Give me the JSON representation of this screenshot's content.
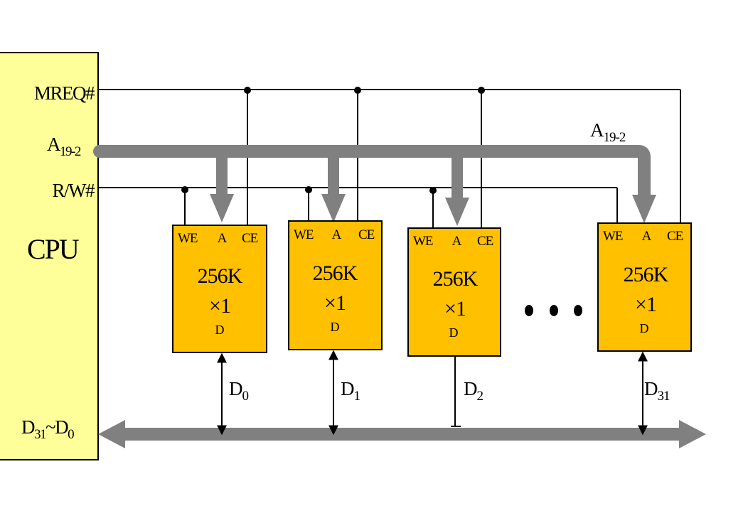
{
  "cpu": {
    "title": "CPU",
    "mreq": "MREQ#",
    "addr": "A",
    "addr_sub": "19-2",
    "rw": "R/W#",
    "data_a": "D",
    "data_sub1": "31",
    "data_tilde": "~D",
    "data_sub2": "0"
  },
  "bus_label": {
    "main": "A",
    "sub": "19-2"
  },
  "chips": [
    {
      "we": "WE",
      "a": "A",
      "ce": "CE",
      "size": "256K",
      "width": "×1",
      "d": "D",
      "line_main": "D",
      "line_sub": "0"
    },
    {
      "we": "WE",
      "a": "A",
      "ce": "CE",
      "size": "256K",
      "width": "×1",
      "d": "D",
      "line_main": "D",
      "line_sub": "1"
    },
    {
      "we": "WE",
      "a": "A",
      "ce": "CE",
      "size": "256K",
      "width": "×1",
      "d": "D",
      "line_main": "D",
      "line_sub": "2"
    },
    {
      "we": "WE",
      "a": "A",
      "ce": "CE",
      "size": "256K",
      "width": "×1",
      "d": "D",
      "line_main": "D",
      "line_sub": "31"
    }
  ],
  "colors": {
    "cpu_fill": "#ffff99",
    "chip_fill": "#ffc000",
    "bus": "#808080",
    "wire": "#000000"
  }
}
